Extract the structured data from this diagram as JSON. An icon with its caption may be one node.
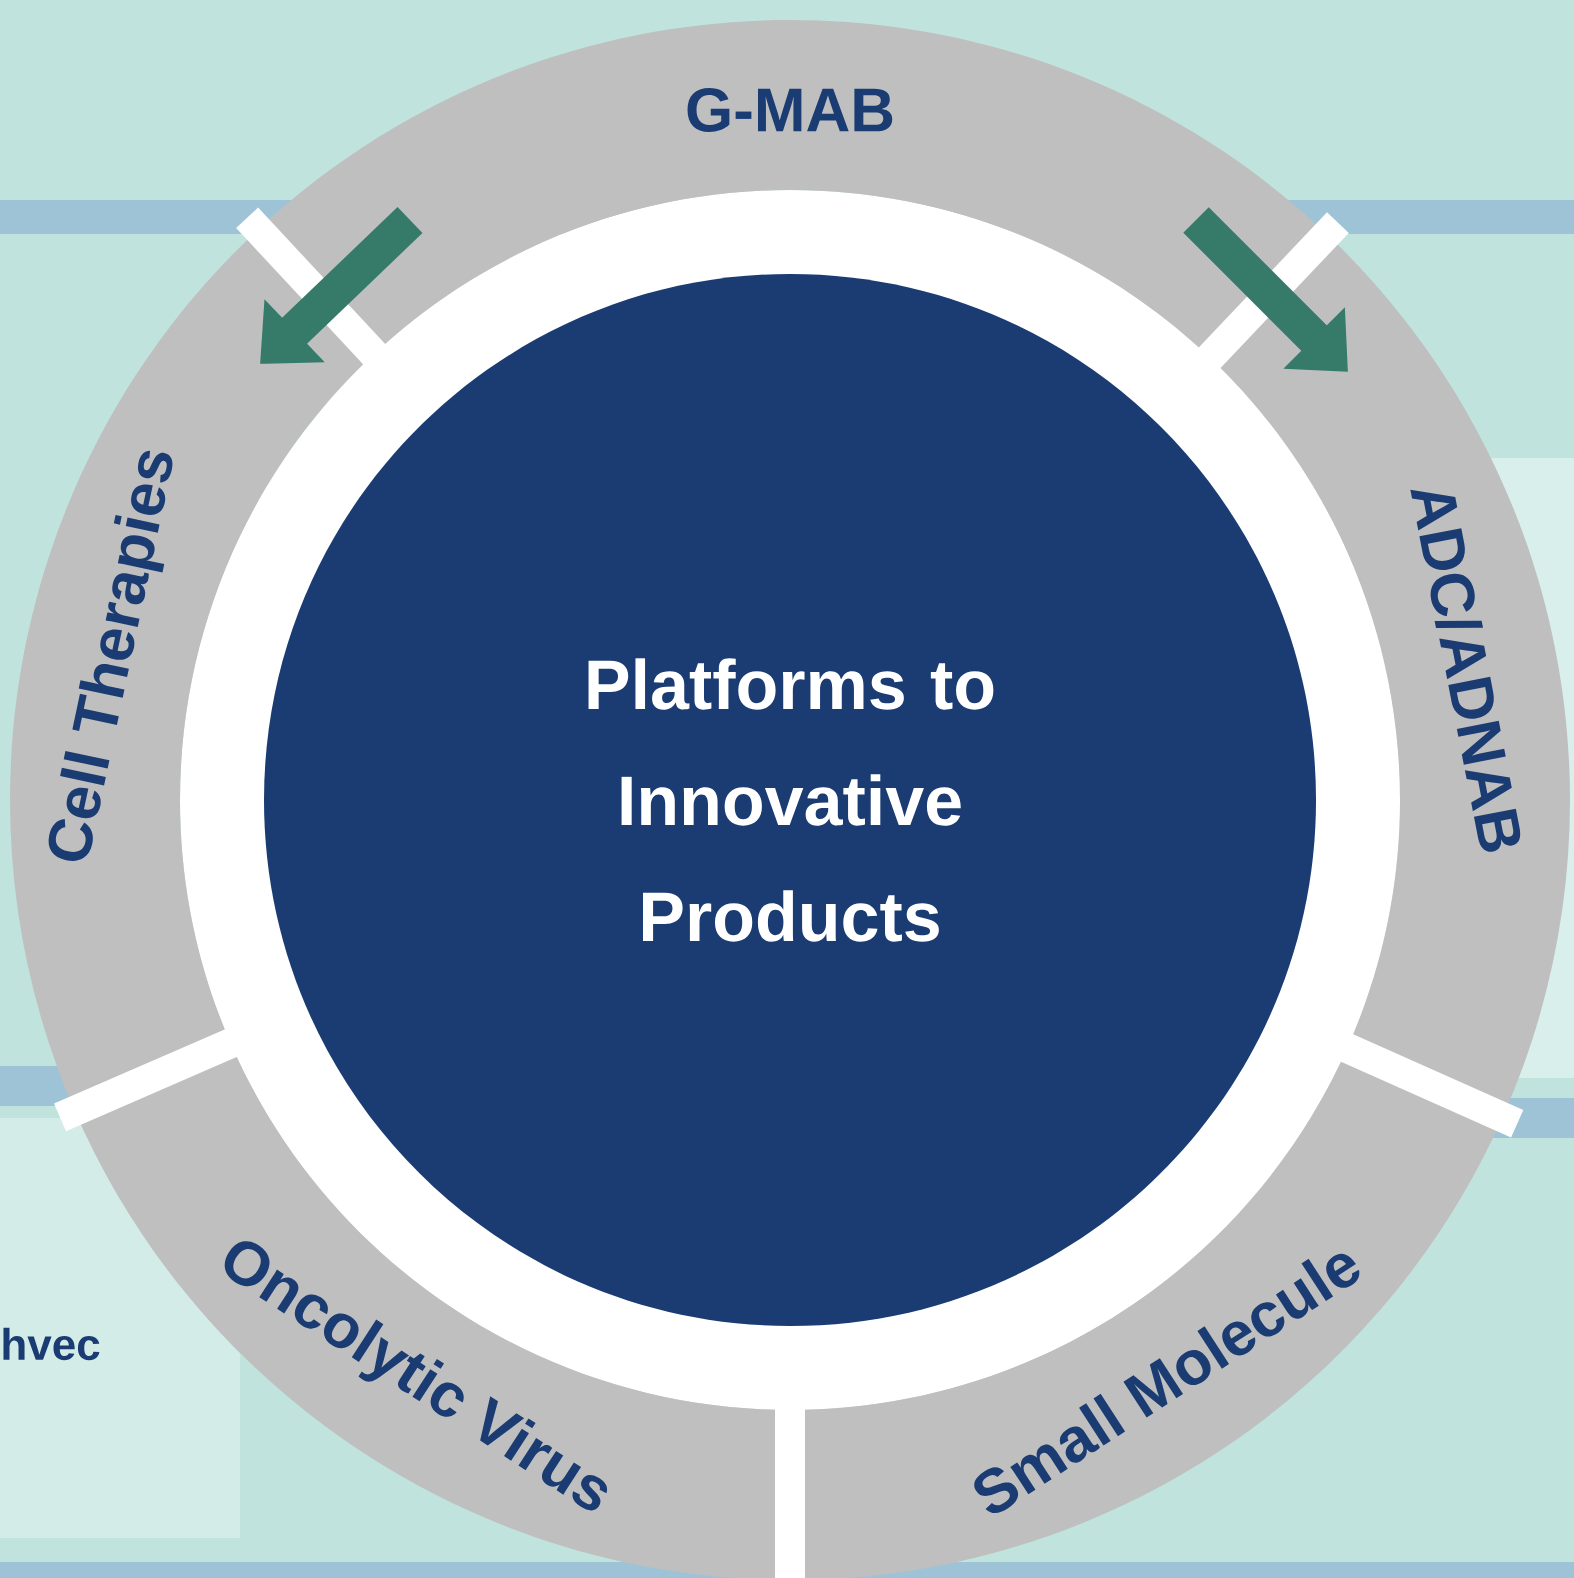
{
  "diagram": {
    "nodes": [
      {
        "text": [
          "G-MAB"
        ]
      },
      {
        "text": [
          "Cell Therapies"
        ]
      },
      {
        "text": [
          "ADC/ADNAB"
        ]
      },
      {
        "text": [
          "Platforms to Innovative Products"
        ]
      },
      {
        "text": [
          "Oncolytic Virus"
        ]
      },
      {
        "text": [
          "Small Molecule"
        ]
      }
    ],
    "edges": [
      {
        "from": 0,
        "to": 1,
        "arrow": "to"
      },
      {
        "from": 0,
        "to": 2,
        "arrow": "to"
      }
    ],
    "labels": [
      "hvec"
    ]
  }
}
